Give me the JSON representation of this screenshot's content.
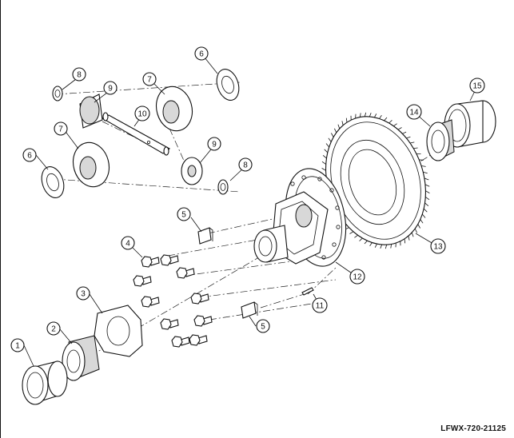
{
  "figure": {
    "code": "LFWX-720-21125",
    "callouts": [
      "1",
      "2",
      "3",
      "4",
      "5",
      "5",
      "6",
      "6",
      "7",
      "7",
      "8",
      "8",
      "9",
      "9",
      "10",
      "11",
      "12",
      "13",
      "14",
      "15"
    ]
  }
}
